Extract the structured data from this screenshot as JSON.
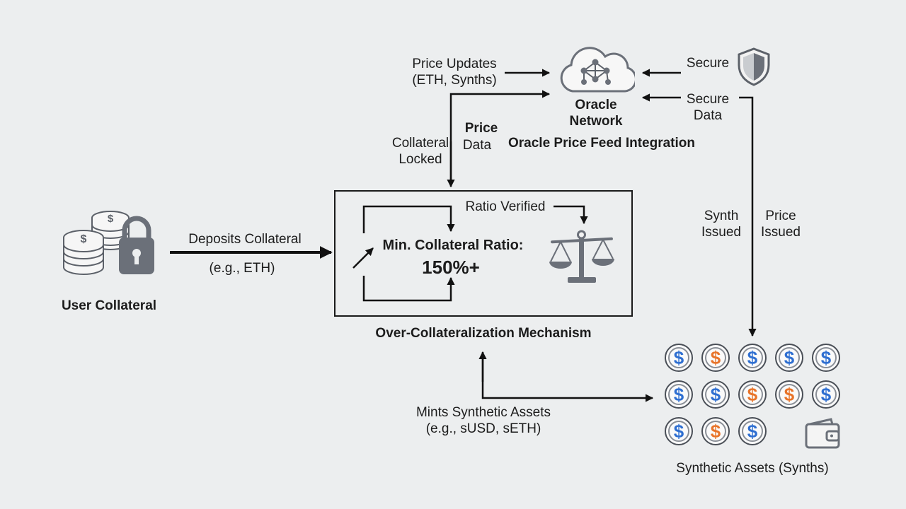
{
  "nodes": {
    "user_collateral": "User Collateral",
    "oracle_network": "Oracle\nNetwork",
    "oracle_feed": "Oracle Price Feed Integration",
    "mechanism_title": "Over-Collateralization Mechanism",
    "min_ratio_label": "Min. Collateral Ratio:",
    "min_ratio_value": "150%+",
    "synths": "Synthetic Assets (Synths)"
  },
  "edges": {
    "deposits": "Deposits Collateral",
    "deposits_example": "(e.g., ETH)",
    "price_updates": "Price Updates\n(ETH, Synths)",
    "secure": "Secure",
    "secure_data": "Secure\nData",
    "collateral_locked": "Collateral\nLocked",
    "price_word": "Price",
    "data_word": "Data",
    "ratio_verified": "Ratio Verified",
    "synth_issued": "Synth\nIssued",
    "price_issued": "Price\nIssued",
    "mints": "Mints Synthetic Assets\n(e.g., sUSD, sETH)"
  },
  "icons": {
    "user_collateral": "coins-lock-icon",
    "oracle": "cloud-network-icon",
    "secure": "shield-icon",
    "mechanism": "balance-scale-icon",
    "wallet": "wallet-icon",
    "coin_symbol": "$"
  },
  "coins": [
    [
      "blue",
      "orange",
      "blue",
      "blue",
      "blue"
    ],
    [
      "blue",
      "blue",
      "orange",
      "orange",
      "blue"
    ],
    [
      "blue",
      "orange",
      "blue"
    ]
  ],
  "colors": {
    "background": "#eceeef",
    "blue": "#2f6fd1",
    "orange": "#e8742a",
    "line": "#111111",
    "icon_gray": "#6b7079"
  }
}
